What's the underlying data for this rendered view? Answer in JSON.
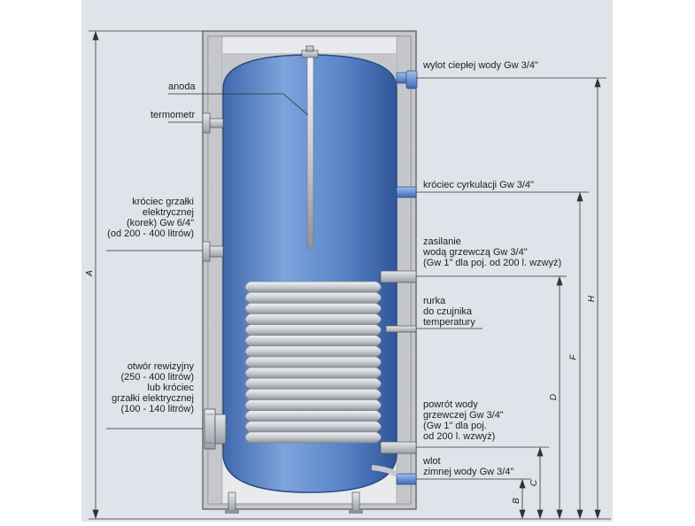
{
  "colors": {
    "panel_bg": "#dfe3ea",
    "tank_blue": "#4f7dc1",
    "casing": "#c9cbcf",
    "coil": "#d3d6da",
    "line": "#333333"
  },
  "labels": {
    "anoda": "anoda",
    "termometr": "termometr",
    "heater_port": [
      "króciec grzałki",
      "elektrycznej",
      "(korek) Gw 6/4\"",
      "(od 200 - 400 litrów)"
    ],
    "inspection": [
      "otwór rewizyjny",
      "(250 - 400 litrów)",
      "lub króciec",
      "grzałki elektrycznej",
      "(100 - 140 litrów)"
    ],
    "hot_outlet": "wylot ciepłej wody Gw 3/4\"",
    "circulation": "króciec cyrkulacji Gw 3/4\"",
    "supply": [
      "zasilanie",
      "wodą grzewczą Gw 3/4\"",
      "(Gw 1\" dla poj. od 200 l. wzwyż)"
    ],
    "sensor_tube": [
      "rurka",
      "do czujnika",
      "temperatury"
    ],
    "return": [
      "powrót wody",
      "grzewczej Gw 3/4\"",
      "(Gw 1\" dla poj.",
      "od 200 l. wzwyż)"
    ],
    "cold_inlet": [
      "wlot",
      "zimnej wody Gw 3/4\""
    ]
  },
  "dimensions": [
    "A",
    "B",
    "C",
    "D",
    "F",
    "H"
  ]
}
